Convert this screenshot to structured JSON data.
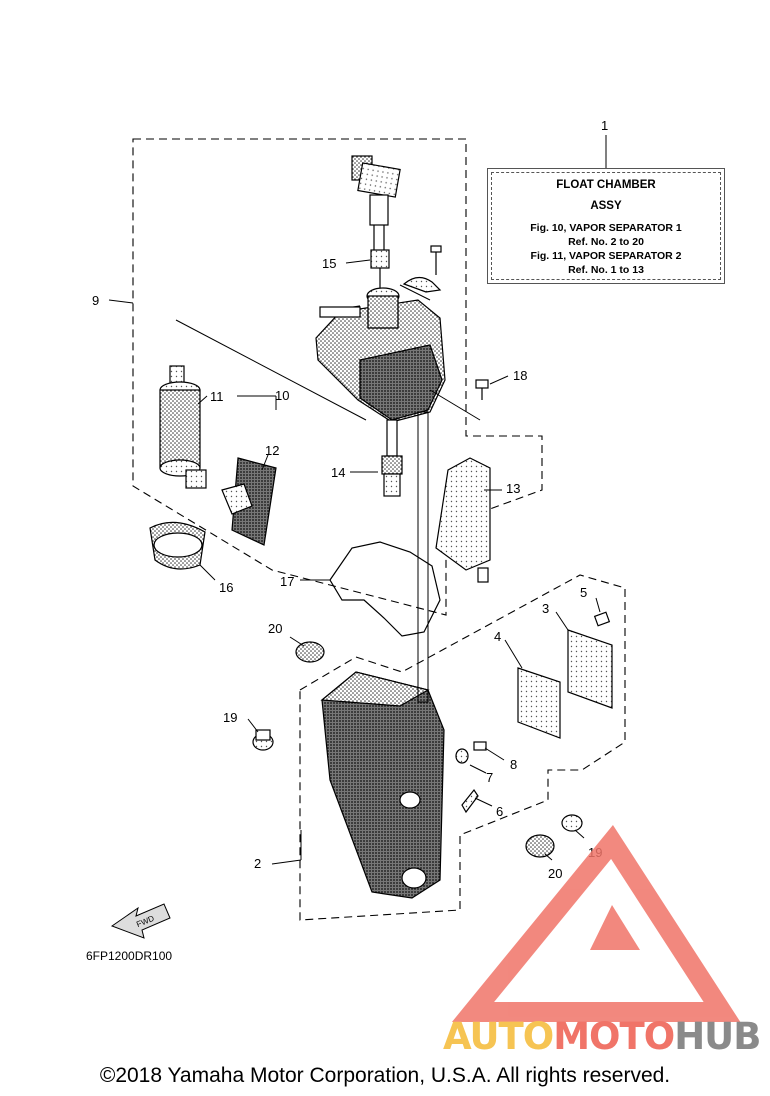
{
  "legend": {
    "title_line1": "FLOAT CHAMBER",
    "title_line2": "ASSY",
    "ref_line1": "Fig. 10, VAPOR SEPARATOR 1",
    "ref_line2": "Ref. No. 2 to 20",
    "ref_line3": "Fig. 11, VAPOR SEPARATOR 2",
    "ref_line4": "Ref. No. 1 to 13"
  },
  "callouts": {
    "c1": "1",
    "c2": "2",
    "c3": "3",
    "c4": "4",
    "c5": "5",
    "c6": "6",
    "c7": "7",
    "c8": "8",
    "c9": "9",
    "c10": "10",
    "c11": "11",
    "c12": "12",
    "c13": "13",
    "c14": "14",
    "c15": "15",
    "c16": "16",
    "c17": "17",
    "c18": "18",
    "c19a": "19",
    "c19b": "19",
    "c20a": "20",
    "c20b": "20"
  },
  "fwd_label": "FWD",
  "diagram_code": "6FP1200DR100",
  "copyright": "©2018 Yamaha Motor Corporation, U.S.A. All rights reserved.",
  "watermark": {
    "part1": "AUTO",
    "part2": "MOTO",
    "part3": "HUB",
    "logo_icon": "triangle-a-logo-icon",
    "colors": {
      "yellow": "#f6c453",
      "red": "#f07468",
      "gray": "#8a8a8a"
    }
  }
}
